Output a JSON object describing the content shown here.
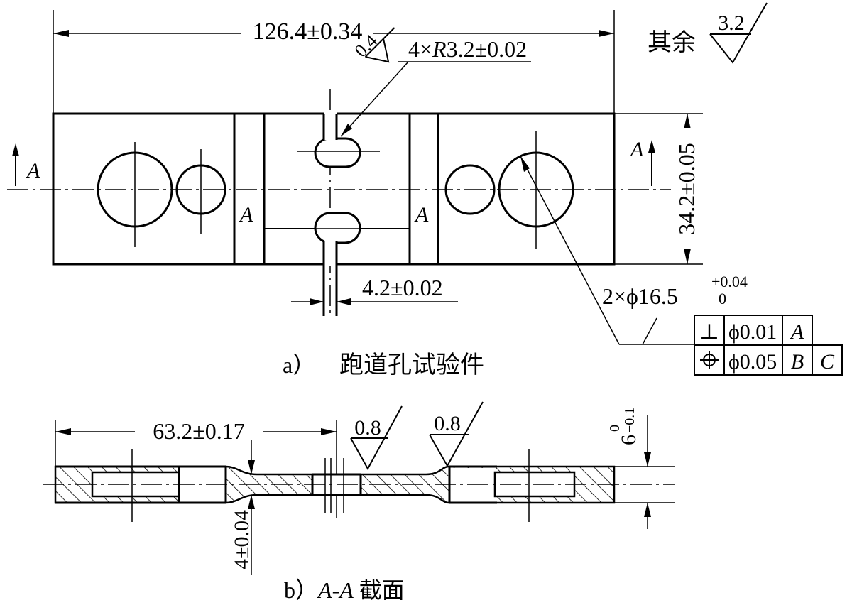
{
  "roughness_general": {
    "label": "其余",
    "value": "3.2"
  },
  "figure_a": {
    "caption_tag": "a）",
    "caption": "跑道孔试验件",
    "dims": {
      "overall_length": "126.4±0.34",
      "height": "34.2±0.05",
      "slot_width": "4.2±0.02",
      "radius_count": "4×",
      "radius_letter": "R",
      "radius_value": "3.2±0.02",
      "radius_roughness": "0.4",
      "hole_prefix": "2×ϕ16.5",
      "hole_upper": "+0.04",
      "hole_lower": "0"
    },
    "section_mark": "A",
    "fcf": [
      {
        "symbol": "⊥",
        "tolerance": "ϕ0.01",
        "datums": [
          "A"
        ]
      },
      {
        "symbol": "⌖",
        "tolerance": "ϕ0.05",
        "datums": [
          "B",
          "C"
        ]
      }
    ]
  },
  "figure_b": {
    "caption_tag": "b）",
    "caption_letter1": "A",
    "caption_sep": "-",
    "caption_letter2": "A",
    "caption_text": " 截面",
    "dims": {
      "half_length": "63.2±0.17",
      "thin_thickness": "4±0.04",
      "thickness_base": "6",
      "thickness_upper": "0",
      "thickness_lower": "−0.1"
    },
    "roughness_left": "0.8",
    "roughness_right": "0.8"
  }
}
